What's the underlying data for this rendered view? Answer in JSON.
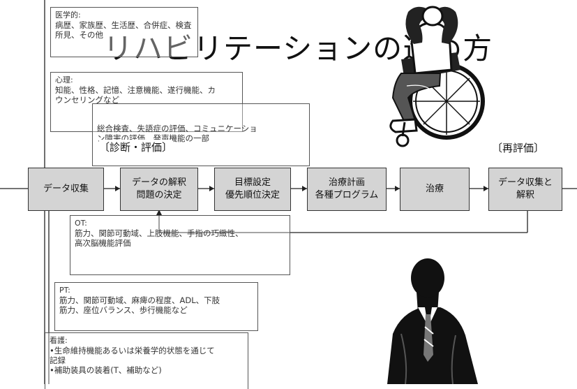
{
  "title": "リハビリテーションの進め方",
  "labels": {
    "diagnosis_eval": "〔診断・評価〕",
    "reevaluation": "〔再評価〕"
  },
  "notes": {
    "medical": {
      "header": "医学的:",
      "lines": [
        "病歴、家族歴、生活歴、合併症、検査",
        "所見、その他"
      ]
    },
    "psych": {
      "header": "心理:",
      "lines": [
        "知能、性格、記憶、注意機能、遂行機能、カ",
        "ウンセリングなど"
      ]
    },
    "speech": {
      "lines": [
        "総合検査、失語症の評価、コミュニケーショ",
        "ン障害の評価、発声機能の一部"
      ]
    },
    "ot": {
      "header": "OT:",
      "lines": [
        "筋力、関節可動域、上肢機能、手指の巧緻性、",
        "高次脳機能評価"
      ]
    },
    "pt": {
      "header": "PT:",
      "lines": [
        "筋力、関節可動域、麻痺の程度、ADL、下肢",
        "筋力、座位バランス、歩行機能など"
      ]
    },
    "nursing": {
      "header": "看護:",
      "lines": [
        "•生命維持機能あるいは栄養学的状態を通じて",
        "記録",
        "•補助装具の装着(T、補助など)"
      ]
    }
  },
  "flow": [
    {
      "lines": [
        "データ収集"
      ]
    },
    {
      "lines": [
        "データの解釈",
        "問題の決定"
      ]
    },
    {
      "lines": [
        "目標設定",
        "優先順位決定"
      ]
    },
    {
      "lines": [
        "治療計画",
        "各種プログラム"
      ]
    },
    {
      "lines": [
        "治療"
      ]
    },
    {
      "lines": [
        "データ収集と",
        "解釈"
      ]
    }
  ]
}
